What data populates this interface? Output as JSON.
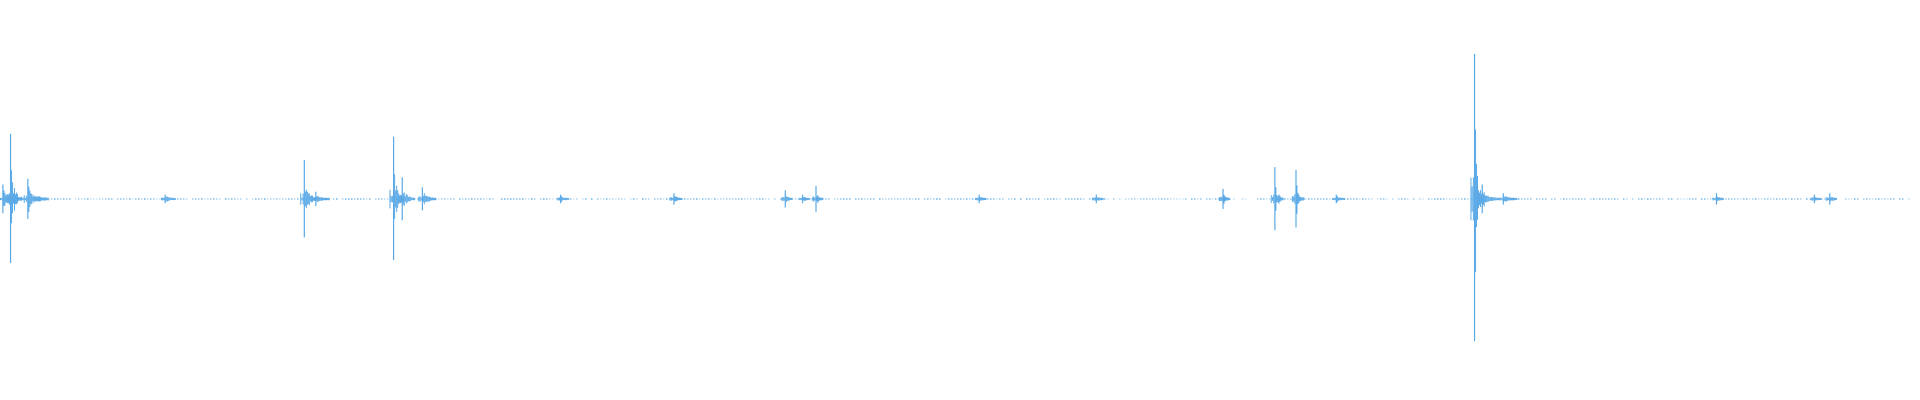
{
  "waveform": {
    "color": "#5aa9e6",
    "background": "#ffffff",
    "baseline_style": "dotted",
    "peaks": [
      {
        "t": 0.0015,
        "amp": 0.1,
        "w": 0.003
      },
      {
        "t": 0.0055,
        "amp": 0.45,
        "w": 0.0016
      },
      {
        "t": 0.0145,
        "amp": 0.14,
        "w": 0.003
      },
      {
        "t": 0.086,
        "amp": 0.03,
        "w": 0.0015
      },
      {
        "t": 0.1585,
        "amp": 0.27,
        "w": 0.0018
      },
      {
        "t": 0.1645,
        "amp": 0.05,
        "w": 0.002
      },
      {
        "t": 0.205,
        "amp": 0.43,
        "w": 0.0015
      },
      {
        "t": 0.2095,
        "amp": 0.15,
        "w": 0.0018
      },
      {
        "t": 0.22,
        "amp": 0.08,
        "w": 0.002
      },
      {
        "t": 0.292,
        "amp": 0.03,
        "w": 0.0012
      },
      {
        "t": 0.351,
        "amp": 0.04,
        "w": 0.0012
      },
      {
        "t": 0.409,
        "amp": 0.06,
        "w": 0.001
      },
      {
        "t": 0.418,
        "amp": 0.03,
        "w": 0.001
      },
      {
        "t": 0.425,
        "amp": 0.09,
        "w": 0.001
      },
      {
        "t": 0.51,
        "amp": 0.03,
        "w": 0.001
      },
      {
        "t": 0.571,
        "amp": 0.03,
        "w": 0.001
      },
      {
        "t": 0.637,
        "amp": 0.07,
        "w": 0.001
      },
      {
        "t": 0.664,
        "amp": 0.22,
        "w": 0.0012
      },
      {
        "t": 0.675,
        "amp": 0.2,
        "w": 0.0012
      },
      {
        "t": 0.696,
        "amp": 0.03,
        "w": 0.0012
      },
      {
        "t": 0.768,
        "amp": 1.0,
        "w": 0.0016
      },
      {
        "t": 0.772,
        "amp": 0.1,
        "w": 0.0025
      },
      {
        "t": 0.783,
        "amp": 0.04,
        "w": 0.002
      },
      {
        "t": 0.894,
        "amp": 0.04,
        "w": 0.001
      },
      {
        "t": 0.945,
        "amp": 0.03,
        "w": 0.001
      },
      {
        "t": 0.953,
        "amp": 0.04,
        "w": 0.001
      }
    ]
  }
}
